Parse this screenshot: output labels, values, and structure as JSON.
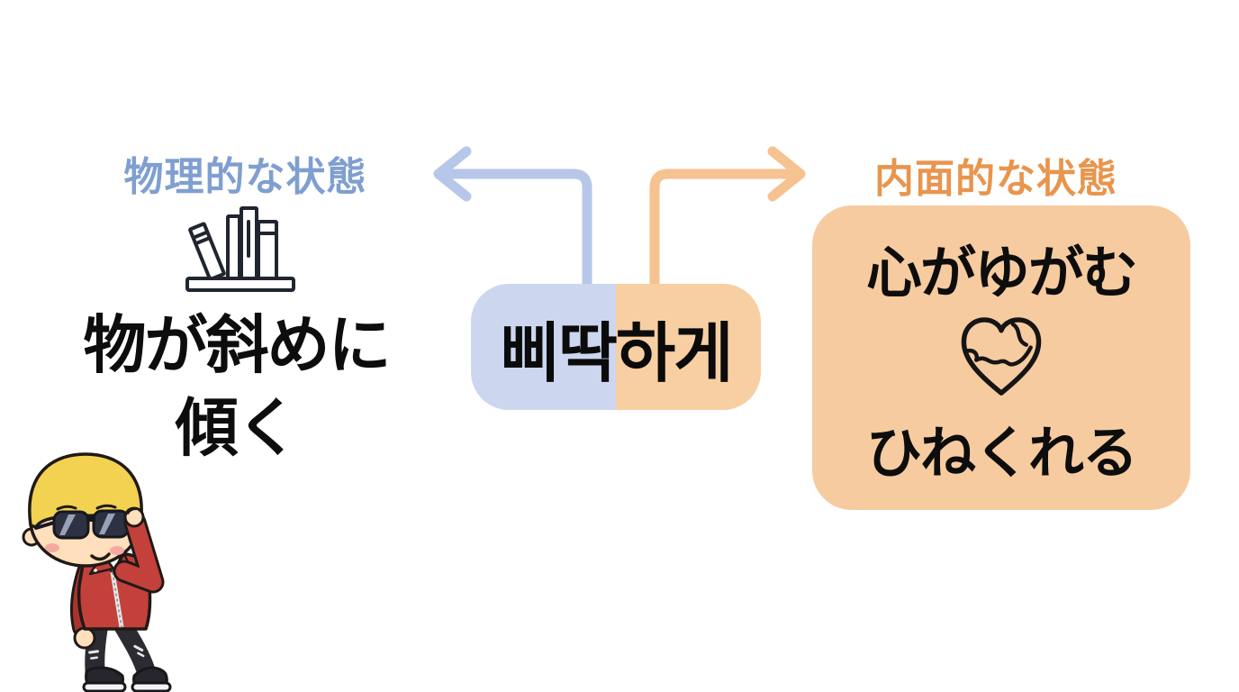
{
  "diagram": {
    "center_term": {
      "word": "삐딱하게"
    },
    "left_branch": {
      "label": "物理的な状態",
      "meaning_line1": "物が斜めに",
      "meaning_line2": "傾く",
      "icon": "bookshelf-icon"
    },
    "right_branch": {
      "label": "内面的な状態",
      "meaning_line1": "心がゆがむ",
      "meaning_line2": "ひねくれる",
      "icon": "distorted-heart-icon"
    },
    "character": "blonde-boy-sunglasses-red-jacket",
    "colors": {
      "blue_label": "#7f9fd0",
      "orange_label": "#e8954e",
      "pill_left": "#ccd7ef",
      "pill_right": "#f8cfa2",
      "arrow_blue": "#b6c7ea",
      "arrow_orange": "#f6c290",
      "box_fill": "#f7cba0",
      "text": "#0d0d0d",
      "background": "#ffffff"
    }
  }
}
